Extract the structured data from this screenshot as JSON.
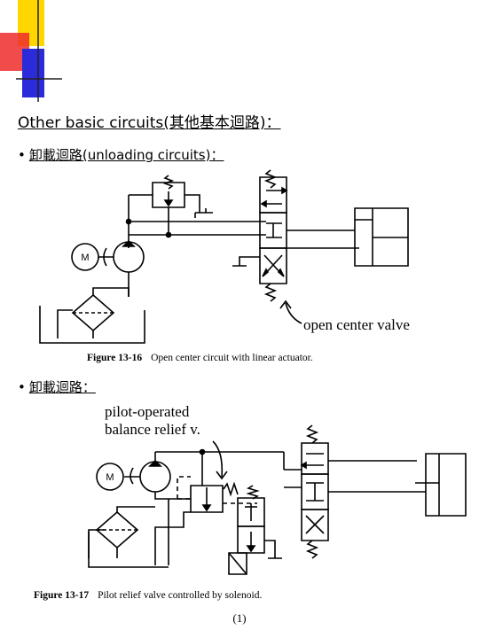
{
  "section_title": "Other basic circuits(其他基本迴路)：",
  "bullets": [
    {
      "marker": "•",
      "text": "卸載迴路(unloading circuits)："
    },
    {
      "marker": "•",
      "text": "卸載迴路："
    }
  ],
  "figure1": {
    "number": "Figure 13-16",
    "caption": "Open center circuit with linear actuator.",
    "callout": "open center valve",
    "motor_label": "M"
  },
  "figure2": {
    "number": "Figure 13-17",
    "caption": "Pilot relief valve controlled by solenoid.",
    "callout_line1": "pilot-operated",
    "callout_line2": "balance relief v.",
    "motor_label": "M"
  },
  "page_number": "(1)",
  "colors": {
    "yellow": "#ffd600",
    "red": "#ef2b2b",
    "blue": "#2b2bd9"
  }
}
